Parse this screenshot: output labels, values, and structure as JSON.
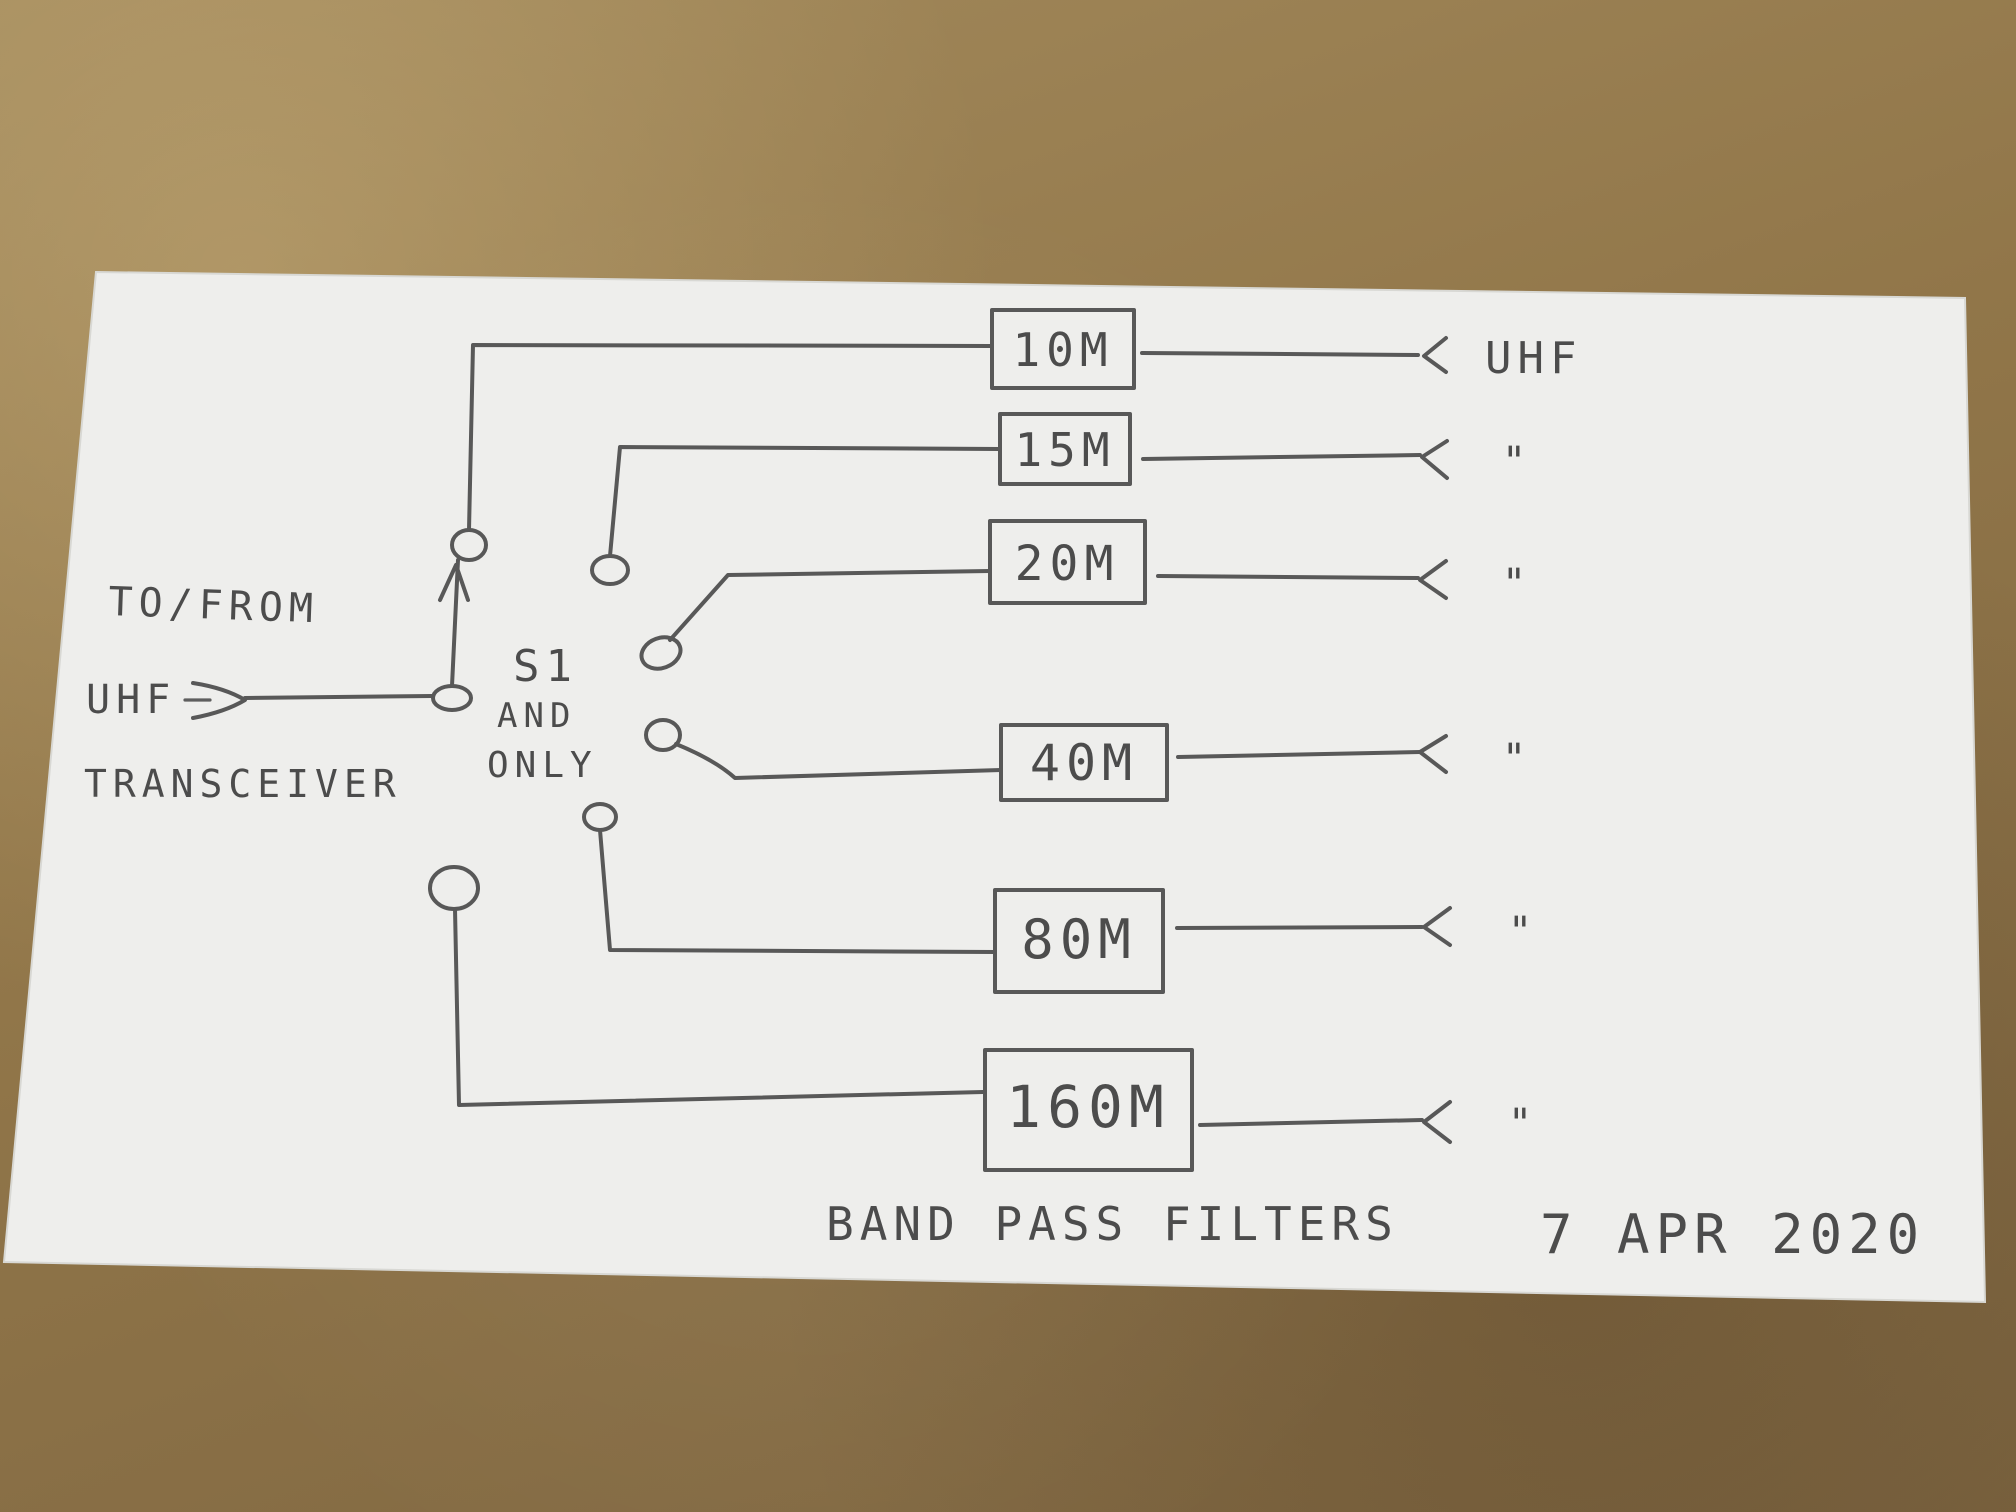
{
  "source_label": {
    "line1": "TO/FROM",
    "line2": "UHF",
    "line3": "TRANSCEIVER"
  },
  "switch_label": {
    "line1": "S1",
    "line2": "AND",
    "line3": "ONLY"
  },
  "filters": [
    {
      "label": "10M",
      "output_label": "UHF"
    },
    {
      "label": "15M",
      "output_label": "\""
    },
    {
      "label": "20M",
      "output_label": "\""
    },
    {
      "label": "40M",
      "output_label": "\""
    },
    {
      "label": "80M",
      "output_label": "\""
    },
    {
      "label": "160M",
      "output_label": "\""
    }
  ],
  "caption": "BAND PASS FILTERS",
  "date": "7 APR 2020"
}
